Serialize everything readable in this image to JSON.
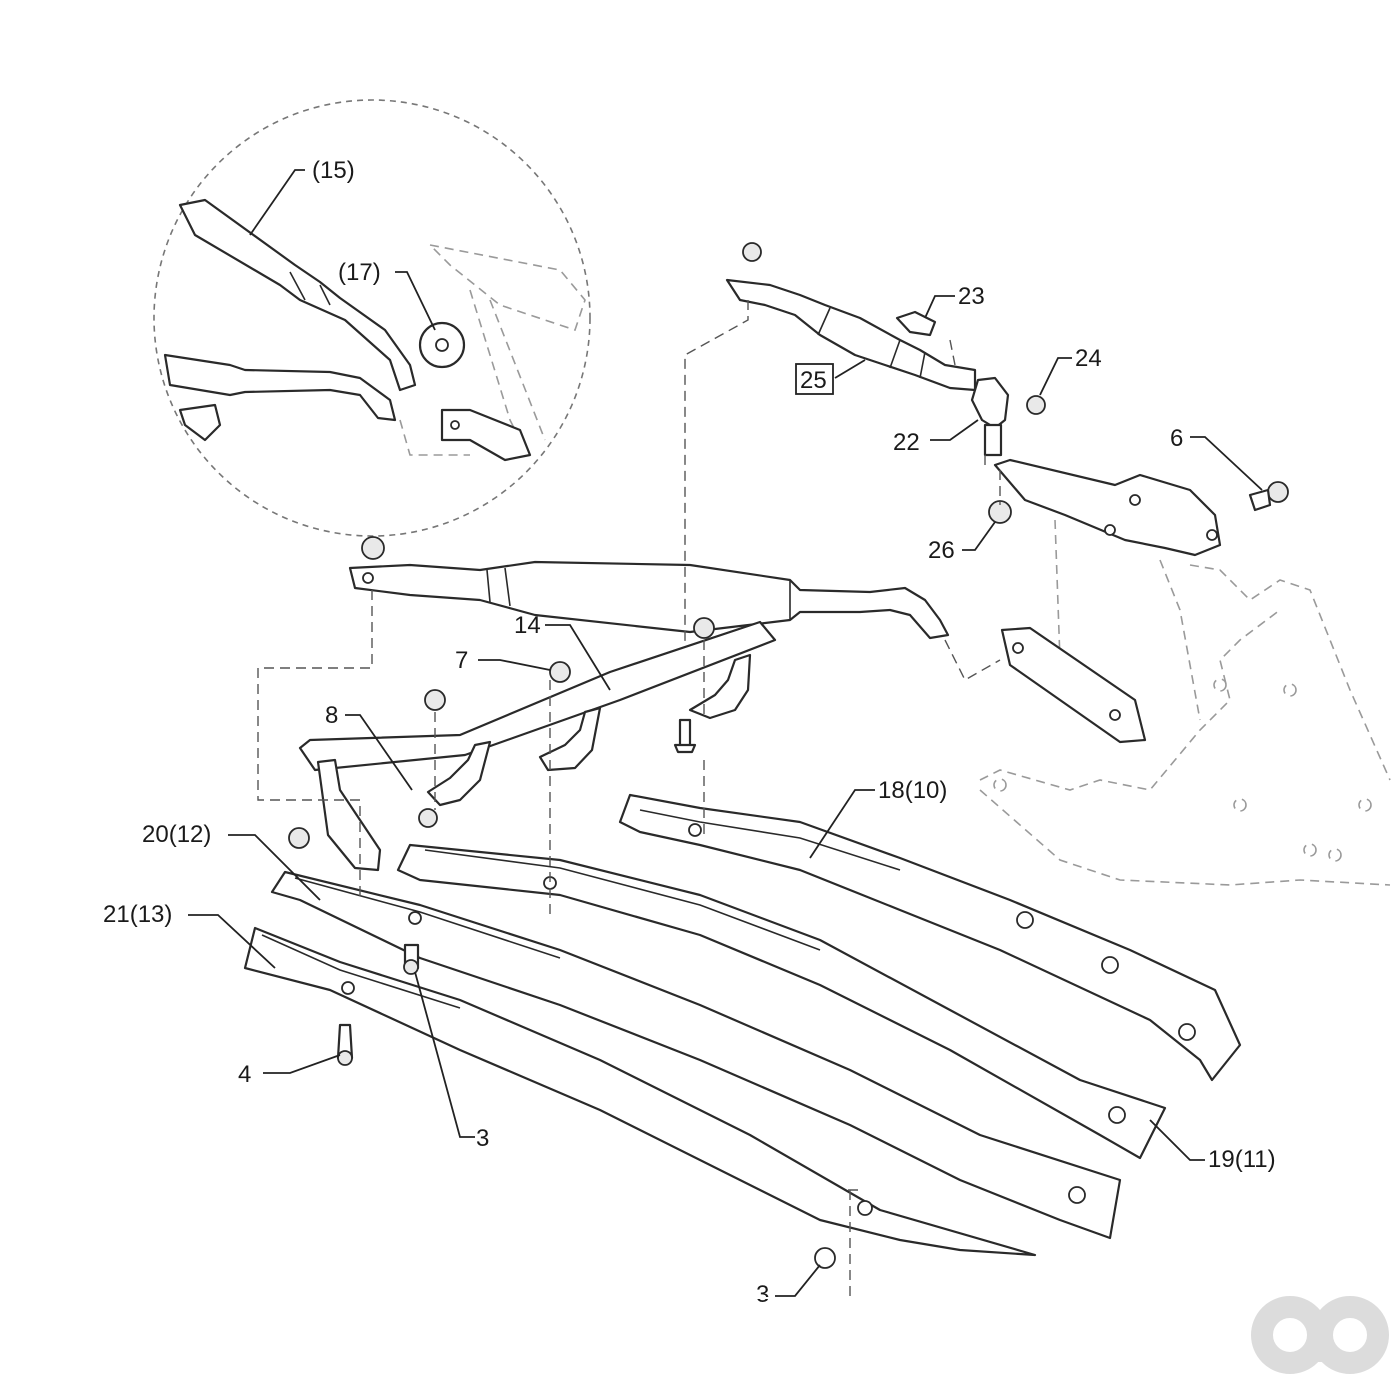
{
  "callouts": {
    "c15": "(15)",
    "c17": "(17)",
    "c23": "23",
    "c24": "24",
    "c25": "25",
    "c22": "22",
    "c6": "6",
    "c26": "26",
    "c14": "14",
    "c7": "7",
    "c8": "8",
    "c18": "18(10)",
    "c20": "20(12)",
    "c21": "21(13)",
    "c19": "19(11)",
    "c4": "4",
    "c3a": "3",
    "c3b": "3"
  },
  "icons": {
    "watermark": "ao-logo-icon"
  }
}
